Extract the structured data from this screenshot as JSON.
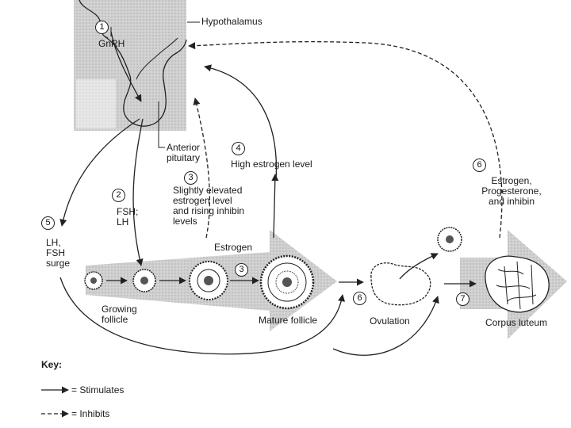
{
  "labels": {
    "hypothalamus": "Hypothalamus",
    "gnrh": "GnRH",
    "anterior_pituitary": "Anterior\npituitary",
    "high_estrogen": "High estrogen level",
    "slightly_elevated": "Slightly elevated\nestrogen level\nand rising inhibin\nlevels",
    "fsh_lh": "FSH;\nLH",
    "lh_fsh_surge": "LH,\nFSH\nsurge",
    "estrogen": "Estrogen",
    "growing_follicle": "Growing\nfollicle",
    "mature_follicle": "Mature follicle",
    "ovulation": "Ovulation",
    "corpus_luteum": "Corpus luteum",
    "estrogen_prog_inhibin": "Estrogen,\nProgesterone,\nand inhibin"
  },
  "steps": {
    "s1": "1",
    "s2": "2",
    "s3a": "3",
    "s3b": "3",
    "s4": "4",
    "s5": "5",
    "s6a": "6",
    "s6b": "6",
    "s7": "7"
  },
  "key": {
    "title": "Key:",
    "stimulates": "= Stimulates",
    "inhibits": "= Inhibits"
  },
  "colors": {
    "shading": "#d4d4d4",
    "stroke": "#222222"
  }
}
